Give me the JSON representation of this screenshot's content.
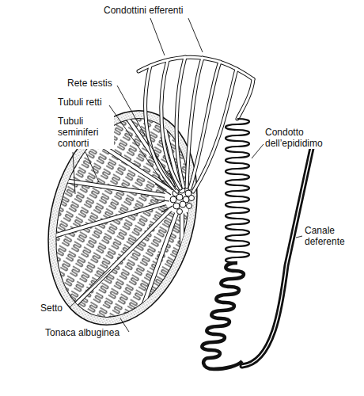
{
  "diagram": {
    "labels": [
      "Condottini efferenti",
      "Rete testis",
      "Tubuli retti",
      "Tubuli seminiferi contorti",
      "Condotto dell’epididimo",
      "Canale deferente",
      "Setto",
      "Tonaca albuginea"
    ]
  }
}
